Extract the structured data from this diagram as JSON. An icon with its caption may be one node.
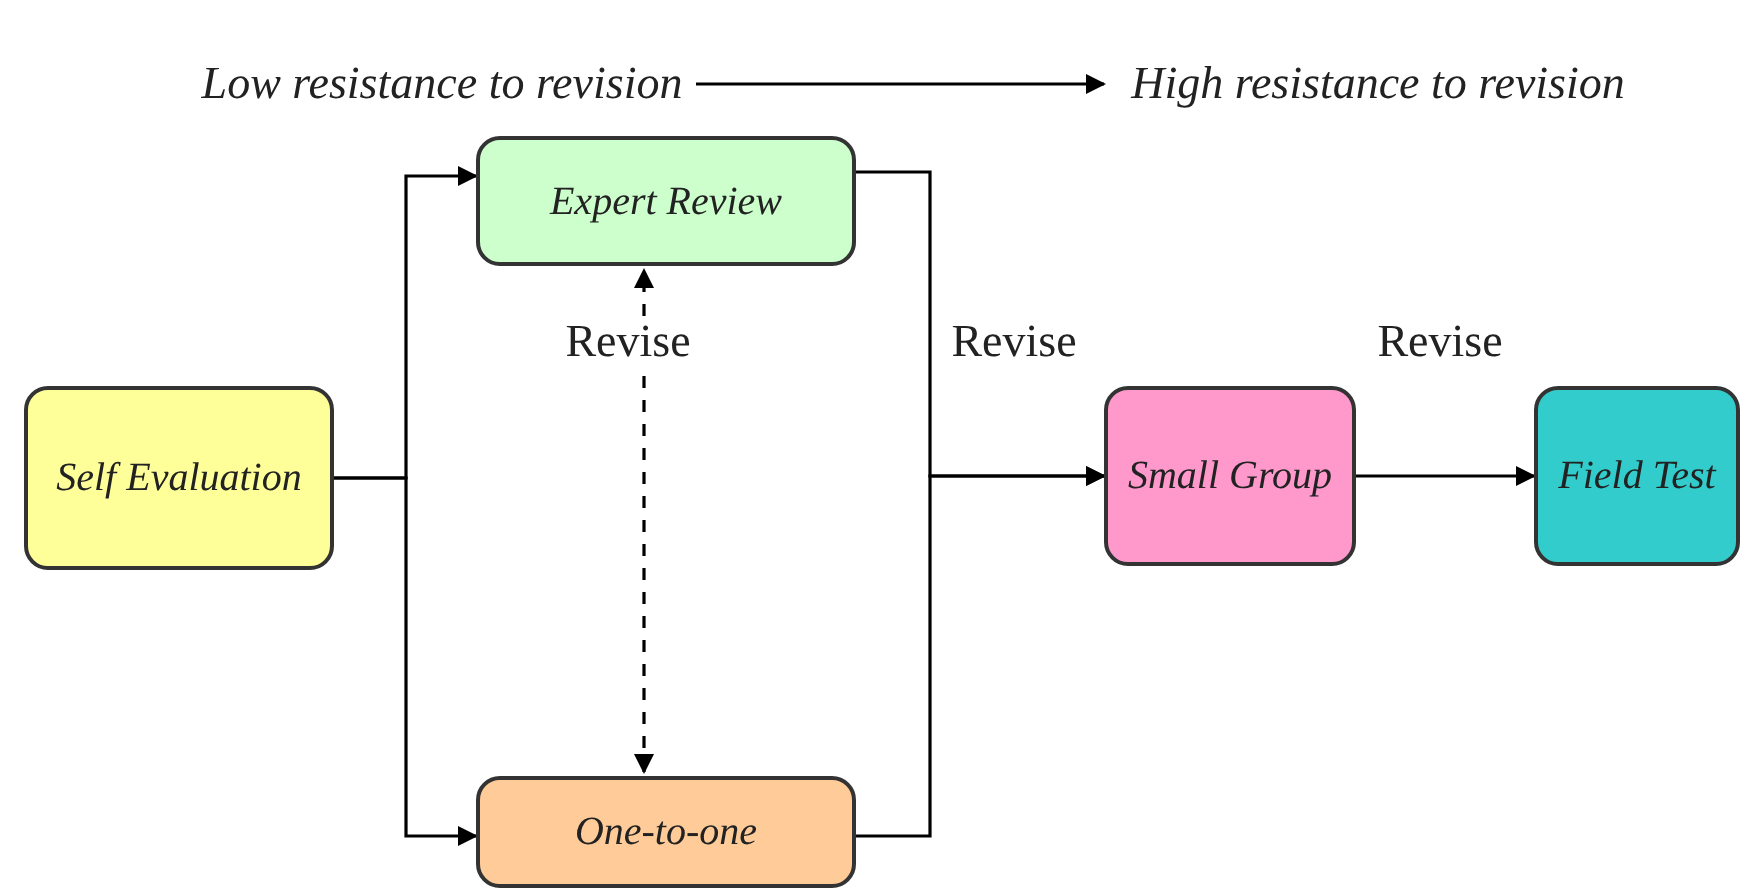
{
  "diagram": {
    "nodes": [
      {
        "text": [
          "Low resistance to revision"
        ]
      },
      {
        "text": [
          "High resistance to revision"
        ]
      },
      {
        "text": [
          "Self Evaluation"
        ]
      },
      {
        "text": [
          "Expert Review"
        ]
      },
      {
        "text": [
          "One-to-one"
        ]
      },
      {
        "text": [
          "Small Group"
        ]
      },
      {
        "text": [
          "Field Test"
        ]
      }
    ],
    "edges": [
      {
        "from": 0,
        "to": 1,
        "arrow": "to"
      },
      {
        "from": 2,
        "to": 3,
        "arrow": "to"
      },
      {
        "from": 2,
        "to": 4,
        "arrow": "to"
      },
      {
        "from": 4,
        "to": 3,
        "arrow": "both",
        "style": "dashed",
        "label": "Revise"
      },
      {
        "from": 3,
        "to": 5,
        "arrow": "to",
        "label": "Revise"
      },
      {
        "from": 4,
        "to": 5,
        "arrow": "to"
      },
      {
        "from": 5,
        "to": 6,
        "arrow": "to",
        "label": "Revise"
      }
    ]
  }
}
